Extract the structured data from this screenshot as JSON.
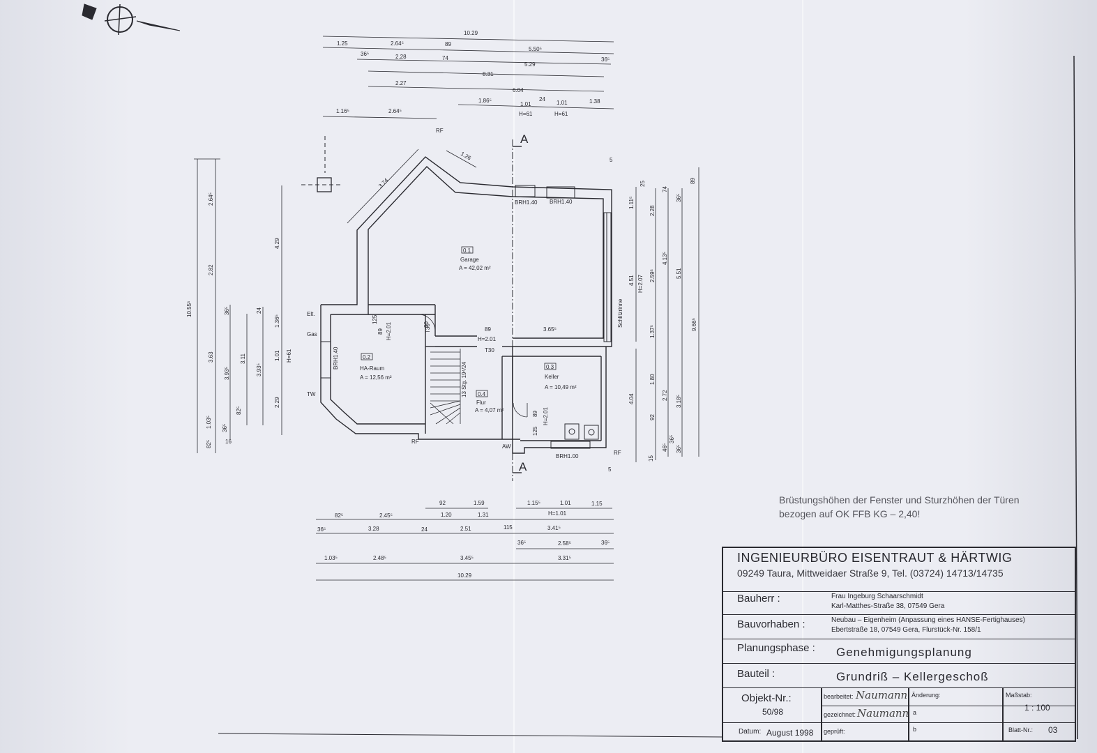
{
  "plan": {
    "section_marker": "A",
    "rooms": [
      {
        "number": "0.1",
        "name": "Garage",
        "area": "A = 42,02 m²"
      },
      {
        "number": "0.2",
        "name": "HA-Raum",
        "area": "A = 12,56 m²"
      },
      {
        "number": "0.3",
        "name": "Keller",
        "area": "A = 10,49 m²"
      },
      {
        "number": "0.4",
        "name": "Flur",
        "area": "A = 4,07 m²"
      }
    ],
    "labels": {
      "brh_140_a": "BRH1.40",
      "brh_140_b": "BRH1.40",
      "brh_140_c": "BRH1.40",
      "brh_100": "BRH1.00",
      "t30_a": "T30",
      "t30_b": "T30",
      "stairs": "13 Stg. 19⁴/24",
      "elt": "Elt.",
      "gas": "Gas",
      "tw": "TW",
      "aw": "AW",
      "rf": "RF",
      "schutz": "Schlitzrinne",
      "h201_a": "H=2.01",
      "h201_b": "H=2.01",
      "h201_c": "H=2.01",
      "h207": "H=2.07",
      "h61": "H=61",
      "h101": "H=1.01"
    },
    "dims_top": {
      "r1": [
        "10.29"
      ],
      "r2": [
        "1.25",
        "2.64⁵",
        "89",
        "5.50⁵"
      ],
      "r3": [
        "36⁵",
        "2.28",
        "74",
        "5.29",
        "36⁵"
      ],
      "r4": [
        "8.31"
      ],
      "r5": [
        "2.27",
        "6.04"
      ],
      "r6": [
        "1.86⁵",
        "1.01",
        "24",
        "1.01",
        "1.38"
      ],
      "r6b": [
        "H=61",
        "H=61"
      ],
      "r7": [
        "1.16⁵",
        "2.64⁵"
      ],
      "diag": [
        "3.74",
        "1.26"
      ]
    },
    "dims_left": {
      "a": [
        "10.55⁵"
      ],
      "b": [
        "2.64⁵",
        "2.82",
        "3.63",
        "1.03⁵",
        "82⁵"
      ],
      "c": [
        "36⁵",
        "3.93⁵",
        "36⁵",
        "16"
      ],
      "d": [
        "3.11",
        "82⁵"
      ],
      "e": [
        "24",
        "3.93⁵"
      ],
      "f": [
        "4.29",
        "1.36⁵",
        "1.01",
        "2.29",
        "H=61"
      ]
    },
    "dims_right": {
      "a": [
        "1.11⁵",
        "4.51",
        "4.04",
        "15"
      ],
      "b": [
        "25",
        "2.28",
        "2.59⁵",
        "1.37⁵",
        "1.80",
        "92"
      ],
      "c": [
        "74",
        "4.13⁵",
        "2.72",
        "46⁵",
        "36⁵"
      ],
      "d": [
        "36⁵",
        "5.51",
        "3.18⁵",
        "36⁵"
      ],
      "e": [
        "89",
        "9.66⁵"
      ],
      "small": [
        "5",
        "5"
      ]
    },
    "dims_inner": [
      "89",
      "3.65⁵",
      "125",
      "89",
      "30",
      "89",
      "125"
    ],
    "dims_bottom": {
      "r1": [
        "92",
        "1.59",
        "1.15⁵",
        "1.01",
        "1.15"
      ],
      "r2": [
        "82⁵",
        "2.45⁵",
        "1.20",
        "1.31",
        "H=1.01"
      ],
      "r3": [
        "36⁵",
        "3.28",
        "24",
        "2.51",
        "115",
        "3.41⁵"
      ],
      "r4": [
        "36⁵",
        "2.58⁵",
        "36⁵"
      ],
      "r5": [
        "1.03⁵",
        "2.48⁵",
        "3.45⁵",
        "3.31⁵"
      ],
      "r6": [
        "10.29"
      ]
    }
  },
  "note": {
    "line1": "Brüstungshöhen der Fenster und Sturzhöhen der Türen",
    "line2": "bezogen auf OK FFB KG – 2,40!"
  },
  "title_block": {
    "firm": "INGENIEURBÜRO EISENTRAUT & HÄRTWIG",
    "address": "09249 Taura, Mittweidaer Straße 9, Tel. (03724) 14713/14735",
    "bauherr_label": "Bauherr :",
    "bauherr_line1": "Frau Ingeburg Schaarschmidt",
    "bauherr_line2": "Karl-Matthes-Straße 38,  07549 Gera",
    "bauvorhaben_label": "Bauvorhaben :",
    "bauvorhaben_line1": "Neubau – Eigenheim (Anpassung eines HANSE-Fertighauses)",
    "bauvorhaben_line2": "Ebertstraße 18,   07549 Gera,  Flurstück-Nr. 158/1",
    "phase_label": "Planungsphase :",
    "phase_value": "Genehmigungsplanung",
    "bauteil_label": "Bauteil :",
    "bauteil_value": "Grundriß – Kellergeschoß",
    "objekt_label": "Objekt-Nr.:",
    "objekt_value": "50/98",
    "datum_label": "Datum:",
    "datum_value": "August 1998",
    "bearbeitet_label": "bearbeitet:",
    "bearbeitet_sig": "Naumann",
    "gezeichnet_label": "gezeichnet:",
    "gezeichnet_sig": "Naumann",
    "geprueft_label": "geprüft:",
    "aenderung_label": "Änderung:",
    "aenderung_a": "a",
    "aenderung_b": "b",
    "massstab_label": "Maßstab:",
    "massstab_value": "1 : 100",
    "blatt_label": "Blatt-Nr.:",
    "blatt_value": "03"
  }
}
